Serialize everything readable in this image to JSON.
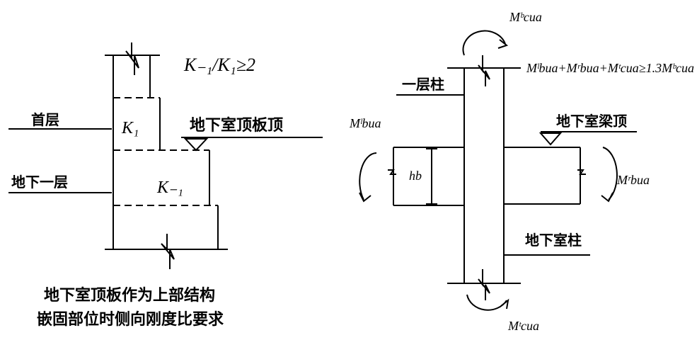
{
  "left_diagram": {
    "ratio_formula": "K₋₁/K₁≥2",
    "ground_floor_label": "首层",
    "basement_label": "地下一层",
    "roof_slab_label": "地下室顶板顶",
    "k1_label": "K₁",
    "k_minus1_label": "K₋₁",
    "caption_line1": "地下室顶板作为上部结构",
    "caption_line2": "嵌固部位时侧向刚度比要求"
  },
  "right_diagram": {
    "moment_top": "Mᵇcua",
    "moment_bottom": "Mᵗcua",
    "moment_left": "Mˡbua",
    "moment_right": "Mʳbua",
    "equation": "Mˡbua+Mʳbua+Mᵗcua≥1.3Mᵇcua",
    "first_floor_column_label": "一层柱",
    "basement_beam_top_label": "地下室梁顶",
    "basement_column_label": "地下室柱",
    "beam_depth_label": "hb"
  }
}
